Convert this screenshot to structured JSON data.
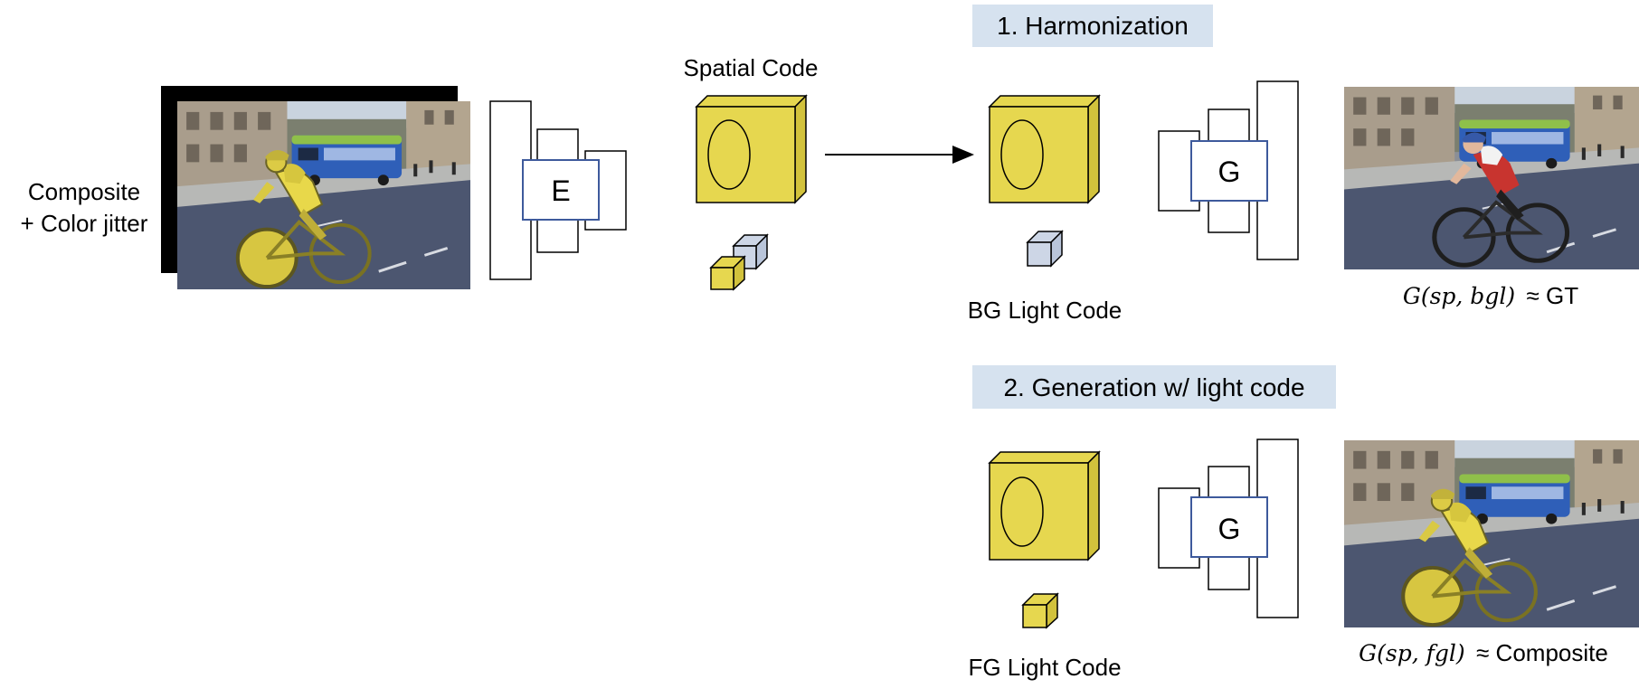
{
  "input_label": {
    "line1": "Composite",
    "line2": "+ Color jitter"
  },
  "encoder_label": "E",
  "spatial_code_label": "Spatial Code",
  "branches": [
    {
      "title": "1. Harmonization",
      "light_code_label": "BG Light Code",
      "generator_label": "G",
      "output_formula": "G(sp, bgl)",
      "output_approx": "≈ GT",
      "output_image": "photo of cyclist in natural colors on street with blue bus"
    },
    {
      "title": "2. Generation w/ light code",
      "light_code_label": "FG Light Code",
      "generator_label": "G",
      "output_formula": "G(sp, fgl)",
      "output_approx": "≈ Composite",
      "output_image": "photo of cyclist highlighted in yellow on street with blue bus"
    }
  ],
  "colors": {
    "code_yellow": "#e6d74f",
    "bg_light_blue": "#cdd6e6",
    "banner_bg": "#d6e2ef",
    "module_border": "#3e5a9c",
    "foreground_highlight": "#f0e24a"
  }
}
